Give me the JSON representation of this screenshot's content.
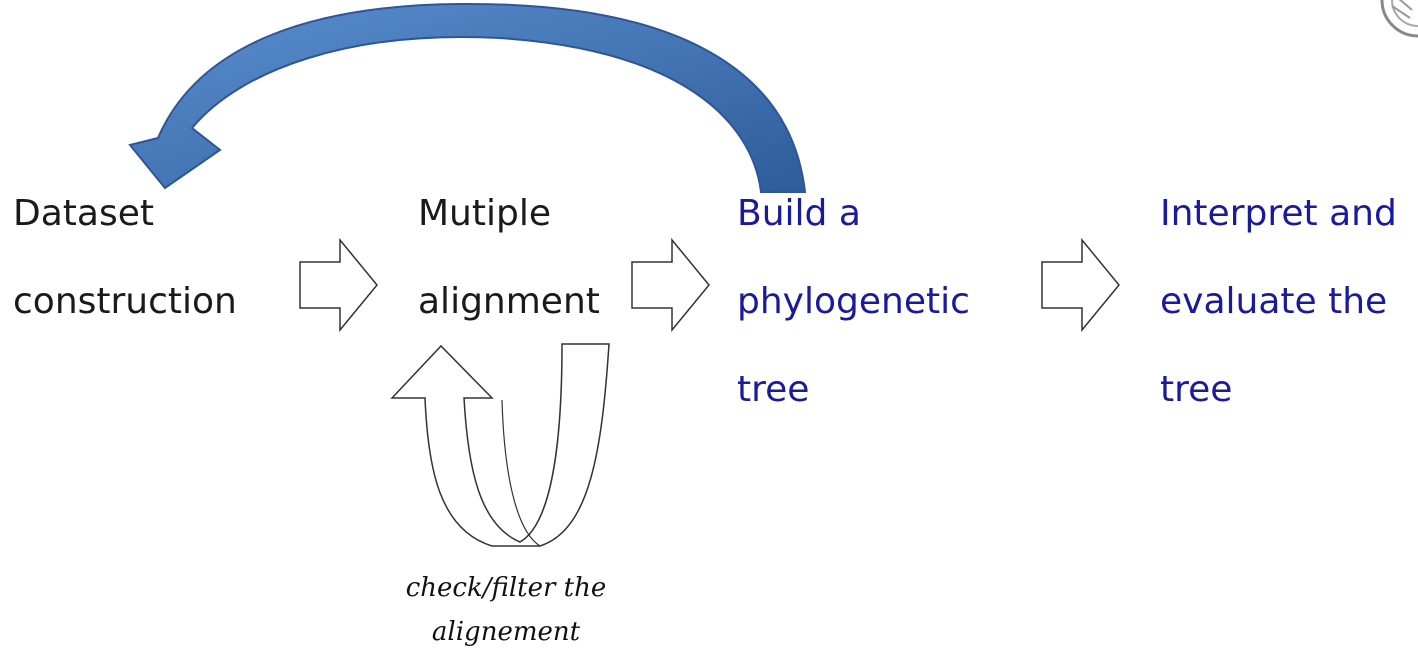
{
  "steps": [
    {
      "line1": "Dataset",
      "line2": "construction"
    },
    {
      "line1": "Mutiple",
      "line2": "alignment"
    },
    {
      "line1": "Build a",
      "line2": "phylogenetic",
      "line3": "tree"
    },
    {
      "line1": "Interpret and",
      "line2": "evaluate the",
      "line3": "tree"
    }
  ],
  "loop_caption": {
    "line1": "check/filter the",
    "line2": "alignement"
  },
  "colors": {
    "text_dark": "#1a1a1a",
    "text_blue": "#1a1a9c",
    "feedback_arrow": "#4472b4",
    "feedback_arrow_edge": "#2f5597"
  },
  "icons": [
    "right-arrow-icon",
    "loop-arrow-icon",
    "feedback-arrow-icon",
    "logo-icon"
  ]
}
